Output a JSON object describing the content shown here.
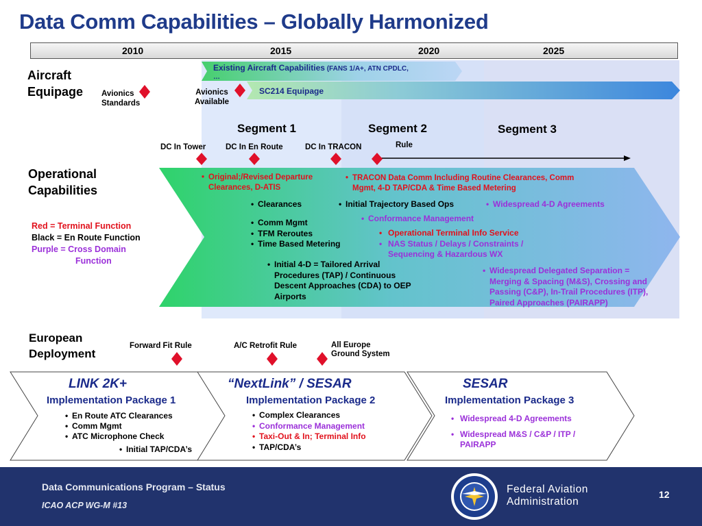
{
  "title": "Data Comm Capabilities – Globally Harmonized",
  "years": [
    "2010",
    "2015",
    "2020",
    "2025"
  ],
  "aircraft": {
    "label_line1": "Aircraft",
    "label_line2": "Equipage",
    "avionics_standards_1": "Avionics",
    "avionics_standards_2": "Standards",
    "avionics_available_1": "Avionics",
    "avionics_available_2": "Available",
    "existing_main": "Existing Aircraft Capabilities",
    "existing_sub": " (FANS 1/A+, ATN CPDLC,",
    "existing_ellipsis": "…",
    "sc214": "SC214 Equipage"
  },
  "segments": [
    "Segment 1",
    "Segment 2",
    "Segment 3"
  ],
  "milestones": {
    "tower": "DC In Tower",
    "enroute": "DC In En Route",
    "tracon": "DC In TRACON",
    "rule": "Rule"
  },
  "operational": {
    "label_line1": "Operational",
    "label_line2": "Capabilities",
    "legend_red": "Red = Terminal Function",
    "legend_black": "Black = En Route Function",
    "legend_purple_1": "Purple = Cross Domain",
    "legend_purple_2": "Function",
    "items": {
      "departure": "Original;/Revised Departure Clearances, D-ATIS",
      "tracon": "TRACON Data Comm Including Routine Clearances, Comm Mgmt, 4-D TAP/CDA & Time Based Metering",
      "clearances": "Clearances",
      "ito": "Initial Trajectory Based Ops",
      "widespread4d": "Widespread 4-D Agreements",
      "conformance": "Conformance Management",
      "comm_mgmt": "Comm Mgmt",
      "tfm": "TFM Reroutes",
      "tbm": "Time Based Metering",
      "otis": "Operational Terminal Info Service",
      "nas_status": "NAS Status / Delays / Constraints / Sequencing & Hazardous WX",
      "initial4d": "Initial 4-D = Tailored Arrival Procedures (TAP) / Continuous Descent Approaches (CDA) to OEP Airports",
      "delegated": "Widespread Delegated Separation = Merging & Spacing (M&S), Crossing and Passing (C&P), In-Trail Procedures (ITP),  Paired Approaches (PAIRAPP)"
    }
  },
  "european": {
    "label_line1": "European",
    "label_line2": "Deployment",
    "forward_fit": "Forward Fit Rule",
    "retrofit": "A/C Retrofit Rule",
    "all_europe_1": "All Europe",
    "all_europe_2": "Ground System"
  },
  "packages": [
    {
      "name": "LINK 2K+",
      "sub": "Implementation Package 1",
      "items": [
        "En Route ATC Clearances",
        "Comm Mgmt",
        "ATC Microphone Check"
      ],
      "extra": "Initial TAP/CDA’s"
    },
    {
      "name": "“NextLink” /  SESAR",
      "sub": "Implementation Package 2",
      "items": [
        "Complex Clearances",
        "Conformance Management",
        "Taxi-Out & In; Terminal Info",
        "TAP/CDA’s"
      ]
    },
    {
      "name": "SESAR",
      "sub": "Implementation Package 3",
      "items": [
        "Widespread 4-D Agreements",
        "Widespread M&S / C&P / ITP / PAIRAPP"
      ]
    }
  ],
  "footer": {
    "program": "Data Communications Program – Status",
    "meeting": "ICAO ACP WG-M #13",
    "agency_1": "Federal Aviation",
    "agency_2": "Administration",
    "page": "12"
  },
  "colors": {
    "title": "#1f3b8a",
    "milestone": "#e0102a",
    "footer_bg": "#21336d",
    "terminal": "#e1111c",
    "cross_domain": "#9b30d9"
  }
}
